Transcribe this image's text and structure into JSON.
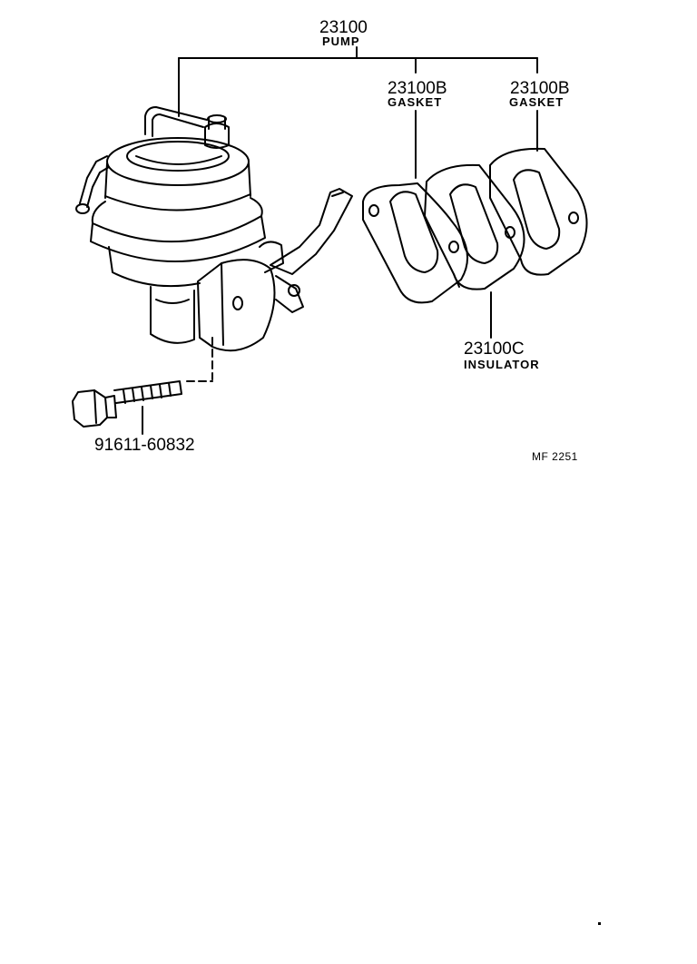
{
  "callouts": {
    "pump": {
      "part_no": "23100",
      "name": "PUMP"
    },
    "gasket_left": {
      "part_no": "23100B",
      "name": "GASKET"
    },
    "gasket_right": {
      "part_no": "23100B",
      "name": "GASKET"
    },
    "insulator": {
      "part_no": "23100C",
      "name": "INSULATOR"
    },
    "bolt": {
      "part_no": "91611-60832"
    }
  },
  "figure_ref": "MF  2251",
  "colors": {
    "ink": "#000000",
    "paper": "#ffffff"
  }
}
